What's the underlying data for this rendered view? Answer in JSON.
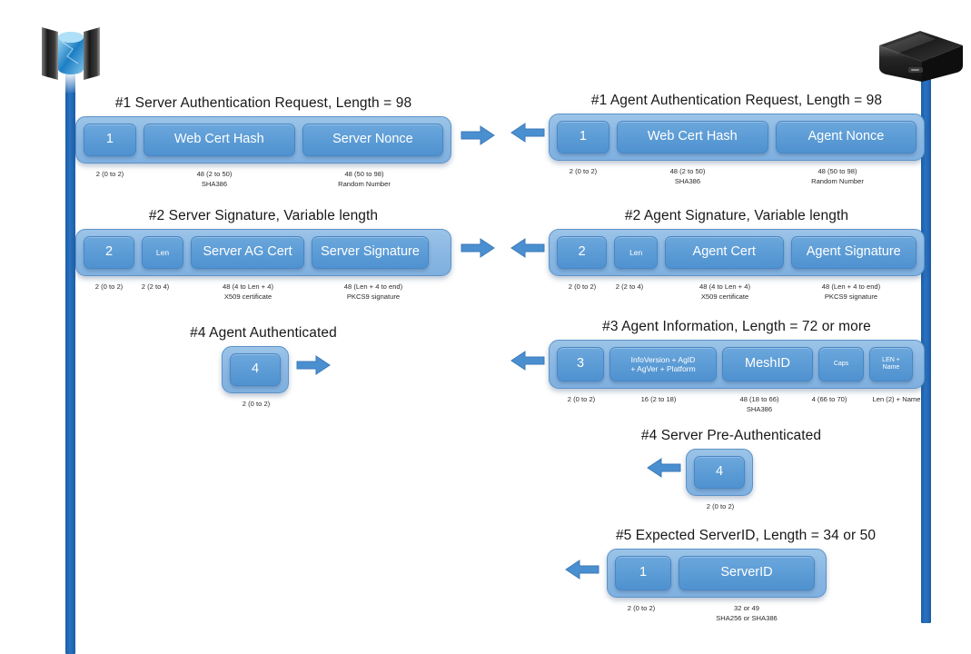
{
  "icons": {
    "server": "server-cloud-icon",
    "agent": "agent-device-icon",
    "arrow_right": "arrow-right-icon",
    "arrow_left": "arrow-left-icon"
  },
  "colors": {
    "lifeline": "#1b5ea8",
    "packet_outer": "#8cb9e4",
    "packet_field": "#5b9bd5",
    "arrow": "#4a8fd0",
    "text": "#181818"
  },
  "messages": [
    {
      "id": "server-auth-request",
      "title": "#1 Server Authentication Request, Length = 98",
      "side": "left",
      "direction": "right",
      "fields": [
        {
          "label": "1",
          "caption": "2 (0 to 2)",
          "caption2": ""
        },
        {
          "label": "Web Cert Hash",
          "caption": "48 (2 to 50)",
          "caption2": "SHA386"
        },
        {
          "label": "Server Nonce",
          "caption": "48 (50 to 98)",
          "caption2": "Random  Number"
        }
      ]
    },
    {
      "id": "server-signature",
      "title": "#2 Server Signature, Variable length",
      "side": "left",
      "direction": "right",
      "fields": [
        {
          "label": "2",
          "caption": "2 (0 to 2)",
          "caption2": ""
        },
        {
          "label": "Len",
          "caption": "2 (2 to 4)",
          "caption2": ""
        },
        {
          "label": "Server AG Cert",
          "caption": "48 (4 to Len + 4)",
          "caption2": "X509 certificate"
        },
        {
          "label": "Server Signature",
          "caption": "48 (Len + 4 to end)",
          "caption2": "PKCS9 signature"
        }
      ]
    },
    {
      "id": "agent-authenticated",
      "title": "#4 Agent Authenticated",
      "side": "left",
      "direction": "right",
      "fields": [
        {
          "label": "4",
          "caption": "2 (0 to 2)",
          "caption2": ""
        }
      ]
    },
    {
      "id": "agent-auth-request",
      "title": "#1 Agent Authentication  Request, Length = 98",
      "side": "right",
      "direction": "left",
      "fields": [
        {
          "label": "1",
          "caption": "2 (0 to 2)",
          "caption2": ""
        },
        {
          "label": "Web Cert Hash",
          "caption": "48 (2 to 50)",
          "caption2": "SHA386"
        },
        {
          "label": "Agent Nonce",
          "caption": "48 (50 to 98)",
          "caption2": "Random  Number"
        }
      ]
    },
    {
      "id": "agent-signature",
      "title": "#2 Agent Signature, Variable length",
      "side": "right",
      "direction": "left",
      "fields": [
        {
          "label": "2",
          "caption": "2 (0 to 2)",
          "caption2": ""
        },
        {
          "label": "Len",
          "caption": "2 (2 to 4)",
          "caption2": ""
        },
        {
          "label": "Agent Cert",
          "caption": "48 (4 to Len + 4)",
          "caption2": "X509 certificate"
        },
        {
          "label": "Agent Signature",
          "caption": "48 (Len + 4 to end)",
          "caption2": "PKCS9  signature"
        }
      ]
    },
    {
      "id": "agent-information",
      "title": "#3 Agent Information, Length = 72 or more",
      "side": "right",
      "direction": "left",
      "fields": [
        {
          "label": "3",
          "caption": "2 (0 to 2)",
          "caption2": ""
        },
        {
          "label": "InfoVersion  + AgID\n+ AgVer + Platform",
          "caption": "16 (2 to 18)",
          "caption2": ""
        },
        {
          "label": "MeshID",
          "caption": "48 (18 to 66)",
          "caption2": "SHA386"
        },
        {
          "label": "Caps",
          "caption": "4 (66 to 70)",
          "caption2": ""
        },
        {
          "label": "LEN +\nName",
          "caption": "Len (2) + Name",
          "caption2": ""
        }
      ]
    },
    {
      "id": "server-pre-authenticated",
      "title": "#4 Server Pre-Authenticated",
      "side": "right",
      "direction": "left",
      "fields": [
        {
          "label": "4",
          "caption": "2 (0 to 2)",
          "caption2": ""
        }
      ]
    },
    {
      "id": "expected-serverid",
      "title": "#5 Expected  ServerID, Length = 34 or 50",
      "side": "right",
      "direction": "left",
      "fields": [
        {
          "label": "1",
          "caption": "2 (0 to 2)",
          "caption2": ""
        },
        {
          "label": "ServerID",
          "caption": "32 or 49",
          "caption2": "SHA256 or SHA386"
        }
      ]
    }
  ]
}
